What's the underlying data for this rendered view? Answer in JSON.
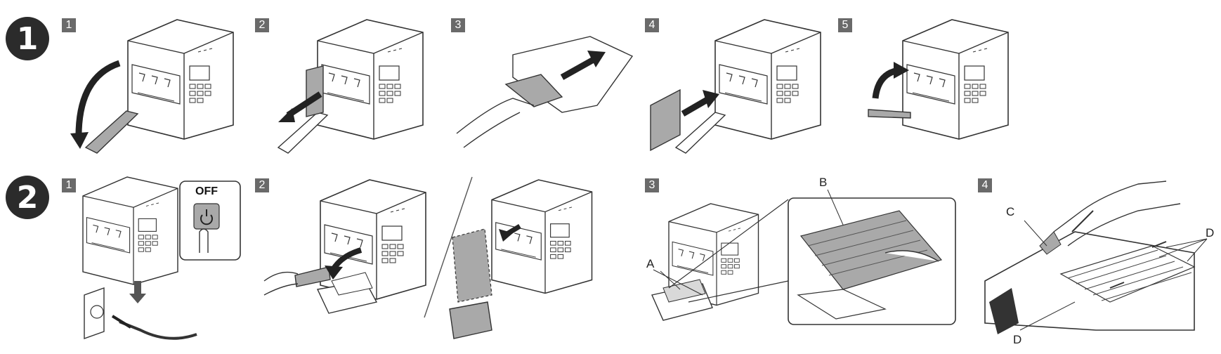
{
  "rows": [
    {
      "badge": "1",
      "steps": [
        {
          "num": "1",
          "desc": "open-guide"
        },
        {
          "num": "2",
          "desc": "remove-media"
        },
        {
          "num": "3",
          "desc": "insert-in-bag"
        },
        {
          "num": "4",
          "desc": "insert-media"
        },
        {
          "num": "5",
          "desc": "close-guide"
        }
      ]
    },
    {
      "badge": "2",
      "steps": [
        {
          "num": "1",
          "desc": "power-off-unplug"
        },
        {
          "num": "2",
          "desc": "remove-paper"
        },
        {
          "num": "3",
          "desc": "open-cover"
        },
        {
          "num": "4",
          "desc": "clean-rollers"
        }
      ]
    }
  ],
  "off_label": "OFF",
  "callouts": {
    "a": "A",
    "b": "B",
    "c": "C",
    "d1": "D",
    "d2": "D"
  },
  "colors": {
    "badge": "#2b2b2b",
    "step_number": "#6a6a6a",
    "line": "#333333",
    "gray_fill": "#a9a9a9"
  }
}
